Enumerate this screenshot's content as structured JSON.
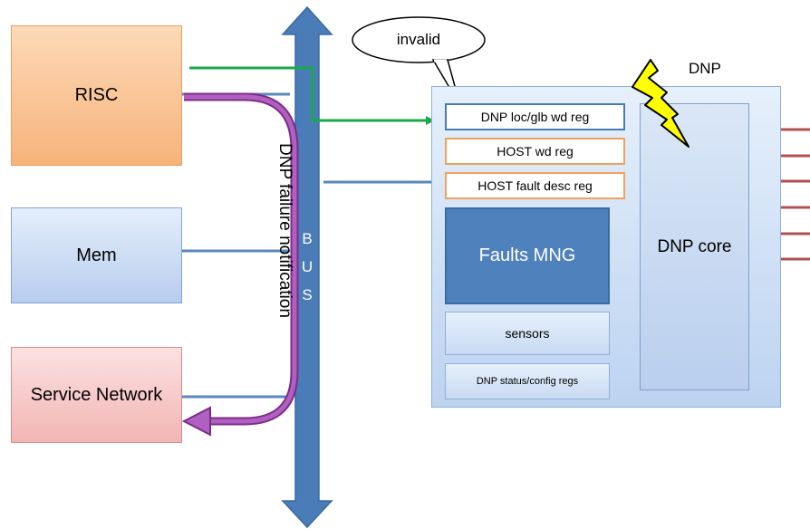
{
  "risc": {
    "label": "RISC"
  },
  "mem": {
    "label": "Mem"
  },
  "service_network": {
    "label": "Service Network"
  },
  "bus": {
    "letters": [
      "B",
      "U",
      "S"
    ]
  },
  "failure_path": {
    "label": "DNP failure notification"
  },
  "callout": {
    "label": "invalid"
  },
  "dnp": {
    "label": "DNP",
    "registers": {
      "loc_glb_wd": "DNP loc/glb wd reg",
      "host_wd": "HOST wd reg",
      "host_fault_desc": "HOST fault desc reg"
    },
    "faults_mng": "Faults MNG",
    "sensors": "sensors",
    "status_config": "DNP status/config regs",
    "core": "DNP core"
  },
  "colors": {
    "bus": "#4a7cb8",
    "green_path": "#1aa84b",
    "failure_path": "#9b3fa7",
    "lightning": "#ffff00",
    "output_lines": "#b05050"
  }
}
